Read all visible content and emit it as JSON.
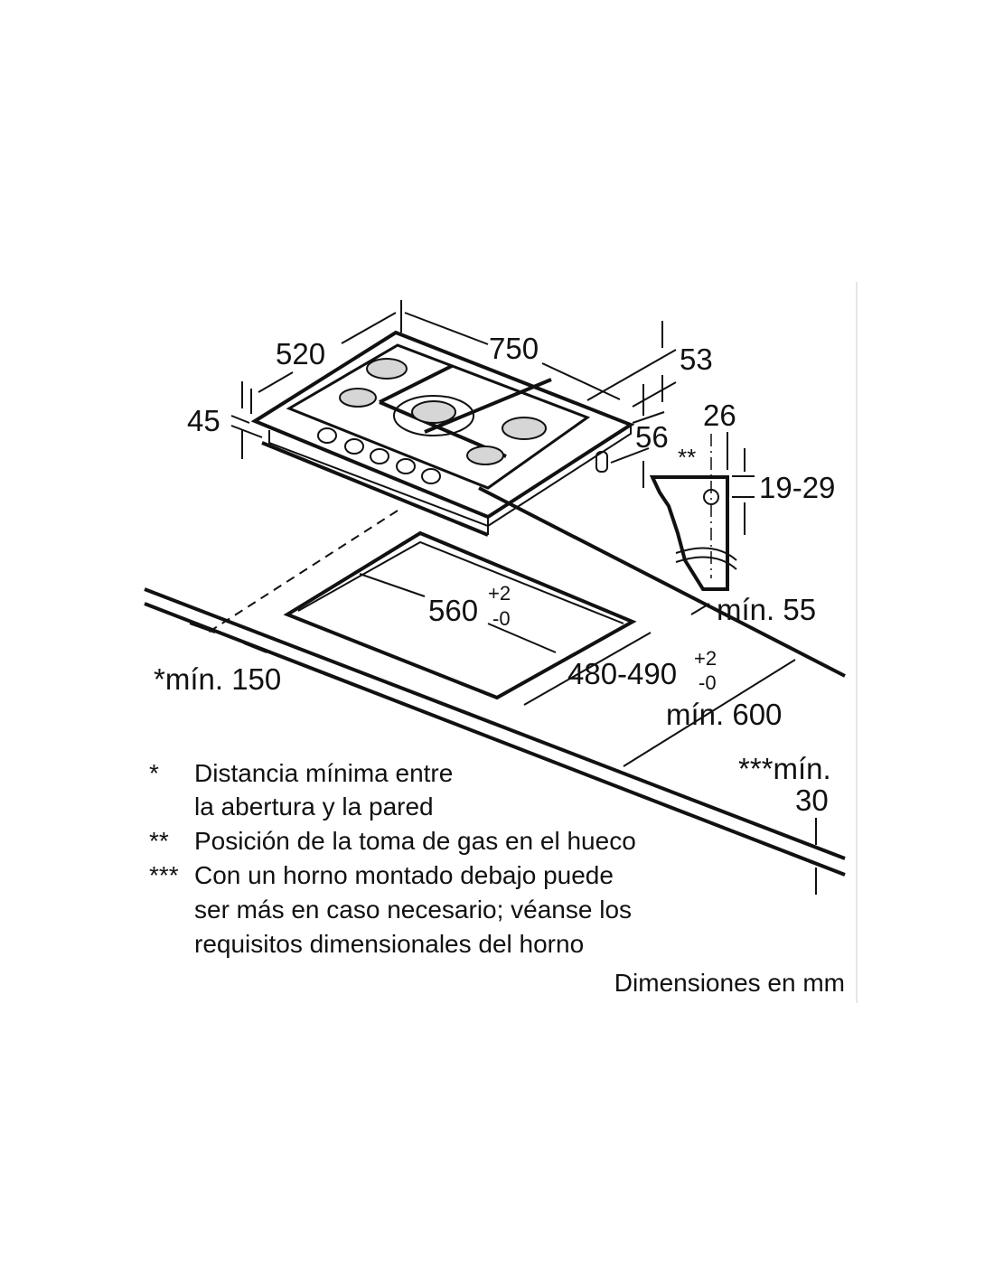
{
  "dimensions": {
    "depth": "520",
    "width": "750",
    "height_53": "53",
    "height_45": "45",
    "gas_56": "56",
    "gas_26": "26",
    "gas_marker": "**",
    "gas_19_29": "19-29",
    "min_55": "mín. 55",
    "cutout_width": "560",
    "cutout_width_tol_plus": "+2",
    "cutout_width_tol_minus": "-0",
    "cutout_depth": "480-490",
    "cutout_depth_tol_plus": "+2",
    "cutout_depth_tol_minus": "-0",
    "min_150": "*mín. 150",
    "min_600": "mín. 600",
    "min_30_line1": "***mín.",
    "min_30_line2": "30"
  },
  "legend": [
    {
      "marker": "*",
      "lines": [
        "Distancia mínima entre",
        "la abertura y la pared"
      ]
    },
    {
      "marker": "**",
      "lines": [
        "Posición de la toma de gas en el hueco"
      ]
    },
    {
      "marker": "***",
      "lines": [
        "Con un horno montado debajo puede",
        "ser más en caso necesario; véanse los",
        "requisitos dimensionales del horno"
      ]
    }
  ],
  "units_note": "Dimensiones en mm"
}
